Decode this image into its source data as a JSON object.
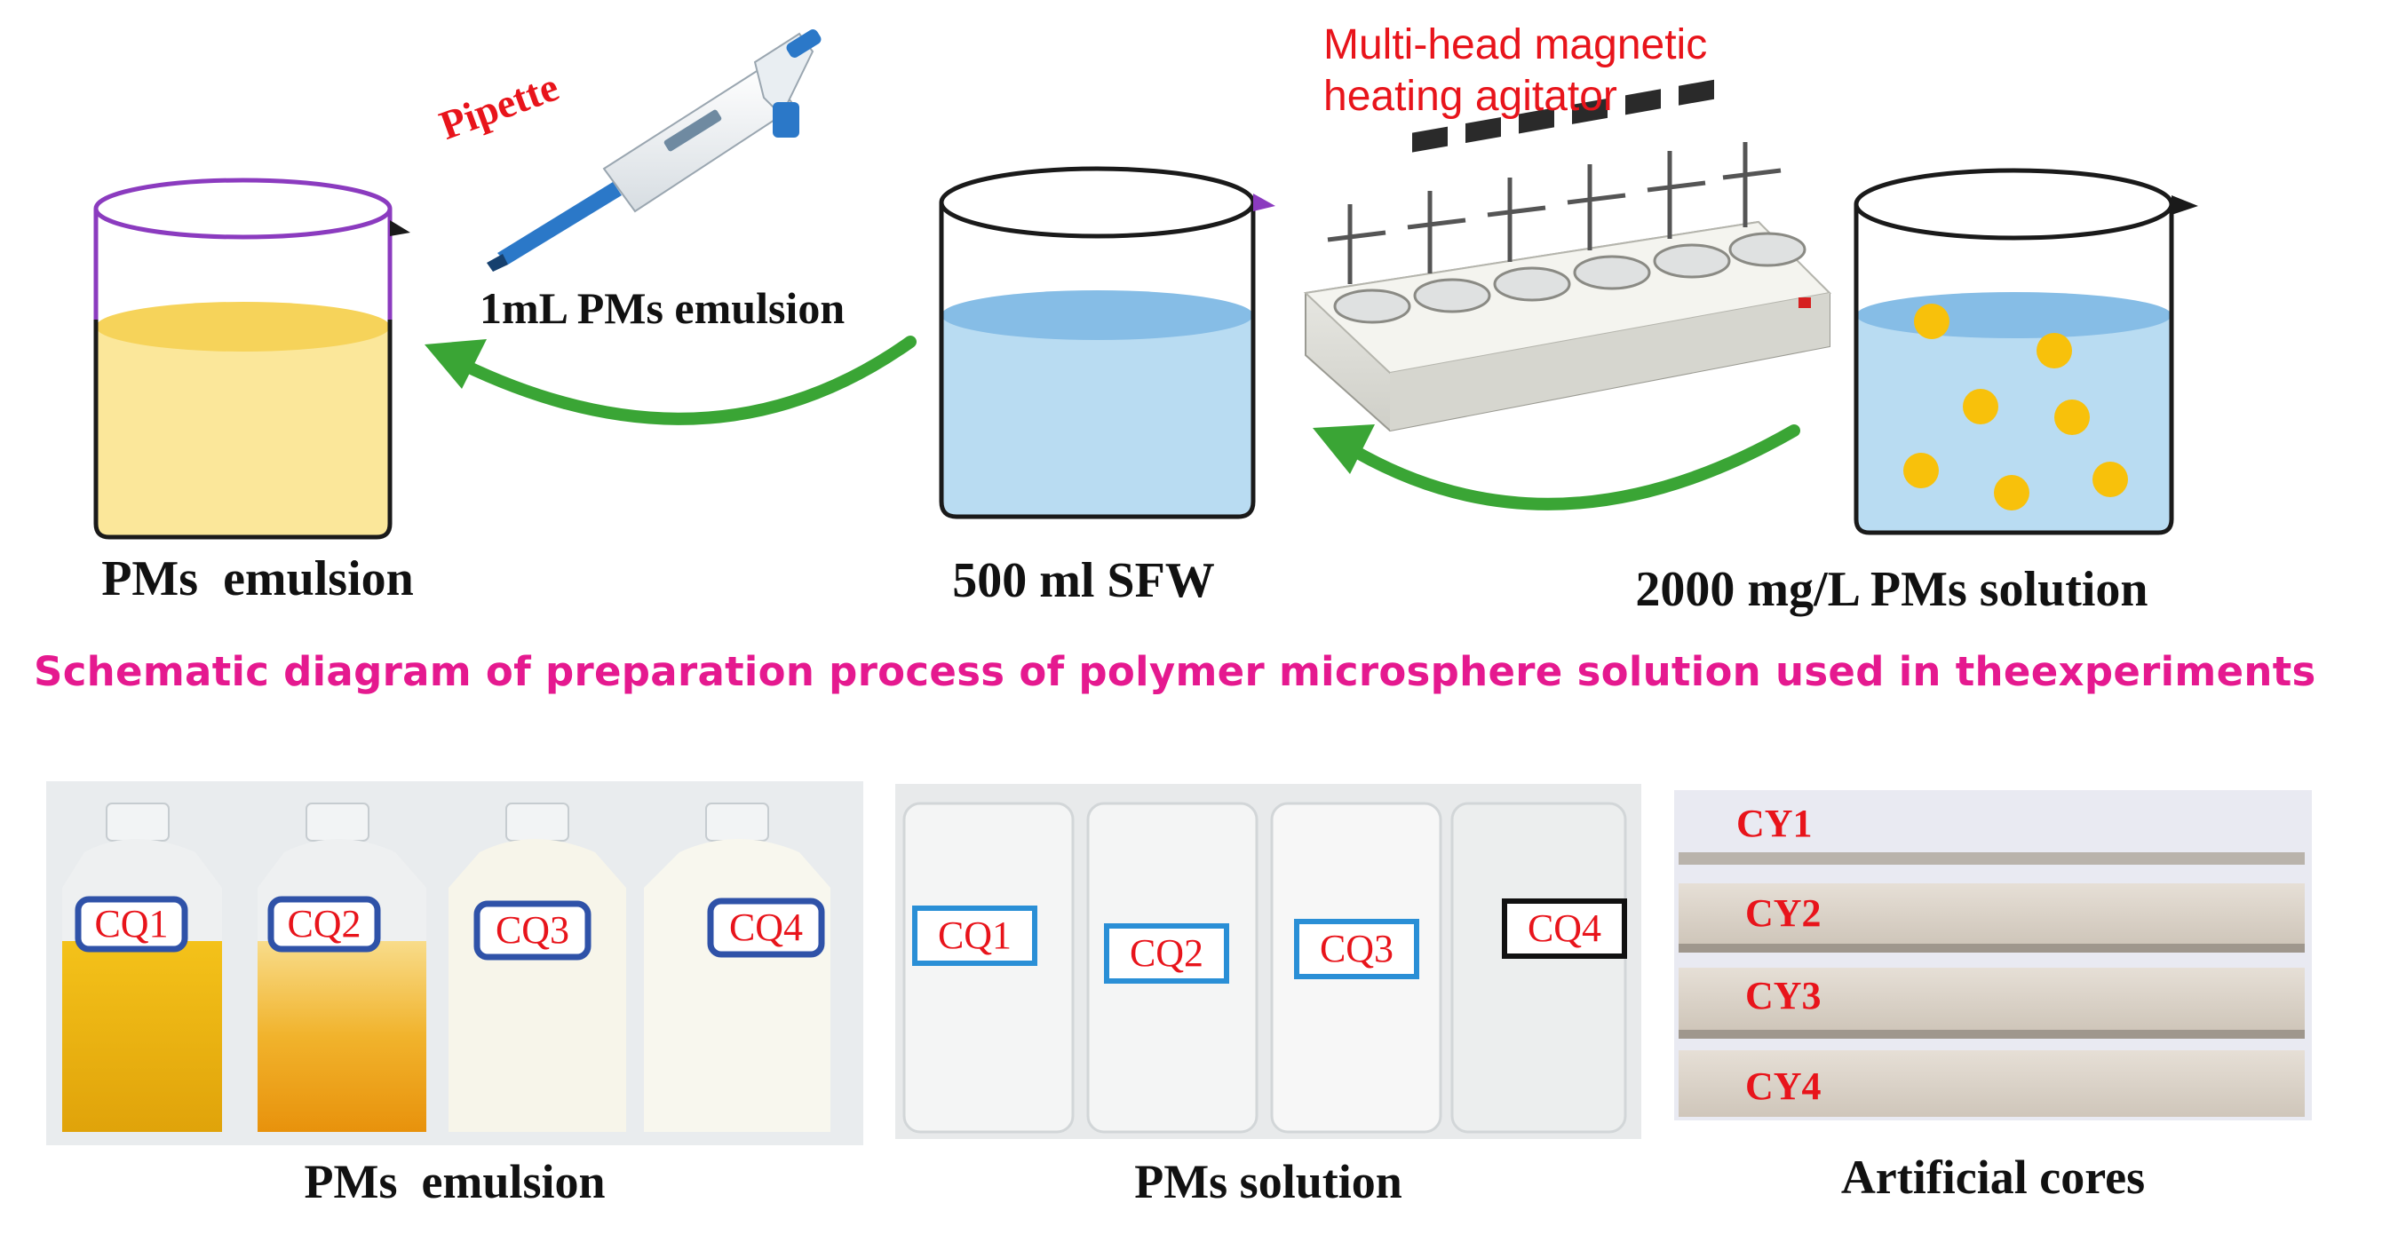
{
  "top": {
    "pipette_label": "Pipette",
    "agitator_label": "Multi-head magnetic heating agitator",
    "transfer_label": "1mL PMs emulsion",
    "beaker_labels": [
      "PMs  emulsion",
      "500 ml SFW",
      "2000 mg/L PMs solution"
    ],
    "title": "Schematic diagram of preparation process of polymer microsphere solution used in theexperiments"
  },
  "photos": {
    "emulsion": {
      "caption": "PMs  emulsion",
      "tags": [
        "CQ1",
        "CQ2",
        "CQ3",
        "CQ4"
      ]
    },
    "solution": {
      "caption": "PMs solution",
      "tags": [
        "CQ1",
        "CQ2",
        "CQ3",
        "CQ4"
      ]
    },
    "cores": {
      "caption": "Artificial cores",
      "tags": [
        "CY1",
        "CY2",
        "CY3",
        "CY4"
      ]
    }
  },
  "colors": {
    "title": "#e5198f",
    "emulsion_fill": "#fbe79a",
    "water_fill": "#b9dcf2",
    "arrow": "#3aa535",
    "particle": "#f8c10b",
    "tag_text": "#e8141b"
  }
}
